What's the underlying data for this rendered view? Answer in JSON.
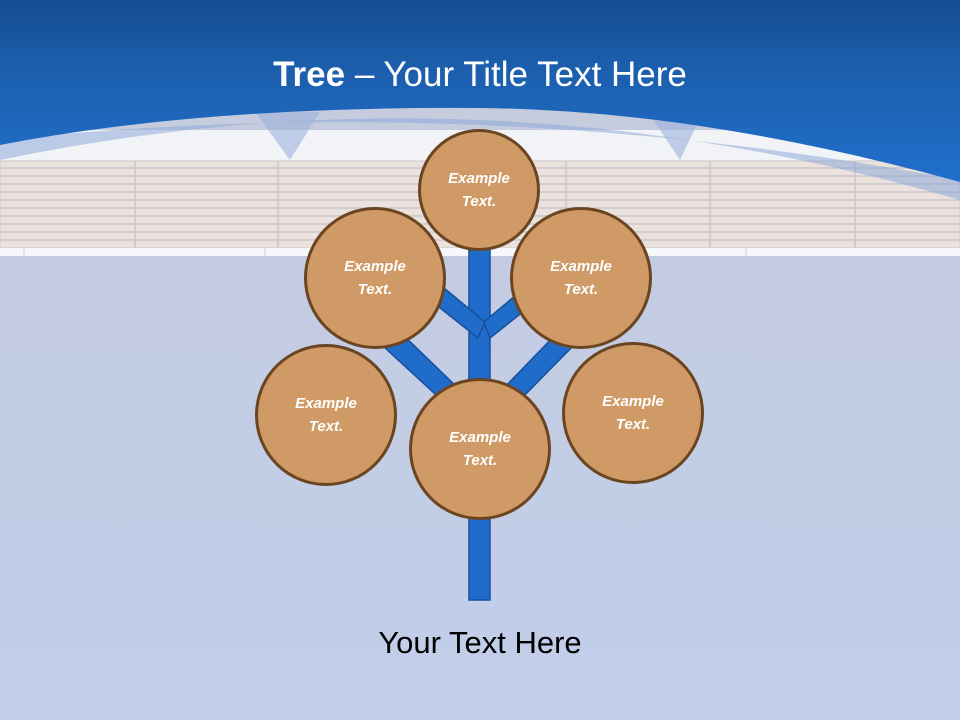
{
  "slide": {
    "title_bold": "Tree",
    "title_rest": " – Your Title Text Here",
    "caption": "Your Text Here"
  },
  "colors": {
    "header_blue": "#1f6cc8",
    "header_dark": "#154c91",
    "trunk_blue": "#1f6ccb",
    "trunk_edge": "#174f9c",
    "node_fill": "#cf9a66",
    "node_border": "#6b4521",
    "background": "#c3cde6"
  },
  "tree": {
    "nodes": [
      {
        "id": "top",
        "label": "Example\nText."
      },
      {
        "id": "upper-left",
        "label": "Example\nText."
      },
      {
        "id": "upper-right",
        "label": "Example\nText."
      },
      {
        "id": "lower-left",
        "label": "Example\nText."
      },
      {
        "id": "center",
        "label": "Example\nText."
      },
      {
        "id": "lower-right",
        "label": "Example\nText."
      }
    ]
  }
}
